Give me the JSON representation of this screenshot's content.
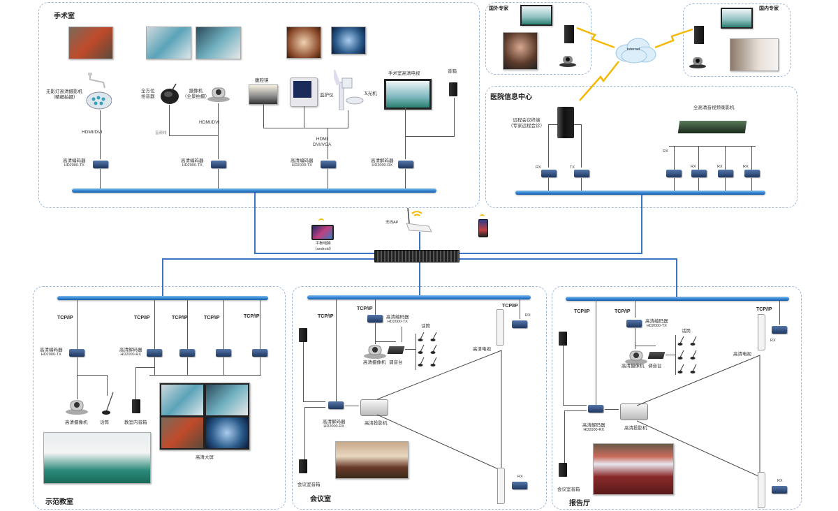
{
  "zones": {
    "operating_room": {
      "title": "手术室",
      "shadowless_lamp_camera": "无影灯高清摄影机",
      "shadowless_lamp_camera_note": "（精细拍摄）",
      "omni_mic": "全方位",
      "omni_mic_2": "拾音器",
      "camera": "摄像机",
      "camera_note": "（全景拍摄）",
      "laparoscope": "腹腔镜",
      "monitor": "监护仪",
      "xray": "X光机",
      "or_tv": "手术室高清电视",
      "speaker": "音箱",
      "hdmi_dvi_1": "HDMI/DVI",
      "hdmi_dvi_2": "HDMI/DVI",
      "audio_line": "音频线",
      "hdmi_dvi_vga_1": "HDMI",
      "hdmi_dvi_vga_2": "DVI/VGA",
      "encoder_label": "高清编码器",
      "encoder_model": "HD2000-TX",
      "decoder_label": "高清解码器",
      "decoder_model": "HD2000-RX"
    },
    "foreign_expert": {
      "title": "国外专家"
    },
    "domestic_expert": {
      "title": "国内专家"
    },
    "internet": {
      "label": "internet"
    },
    "info_center": {
      "title": "医院信息中心",
      "terminal": "远程会议终端",
      "terminal_note": "（专家远程会诊）",
      "recorder": "全高清音视频录影机",
      "rx": "RX",
      "tx": "TX"
    },
    "core": {
      "tablet": "平板电脑",
      "tablet_note": "（android）",
      "wireless_ap": "无线AP"
    },
    "demo_classroom": {
      "title": "示范教室",
      "tcp": "TCP/IP",
      "encoder_label": "高清编码器",
      "encoder_model": "HD2000-TX",
      "decoder_label": "高清解码器",
      "decoder_model": "HD2000-RX",
      "hd_camera": "高清摄像机",
      "mic": "话筒",
      "classroom_speaker": "教室内音箱",
      "video_wall": "高清大屏"
    },
    "meeting_room": {
      "title": "会议室",
      "tcp": "TCP/IP",
      "encoder_label": "高清编码器",
      "encoder_model": "HD2000-TX",
      "decoder_label": "高清解码器",
      "decoder_model": "HD2000-RX",
      "mics": "话筒",
      "hd_camera": "高清摄像机",
      "mixer": "调音台",
      "hd_tv": "高清电视",
      "projector": "高清投影机",
      "speaker": "会议室音箱",
      "rx": "RX"
    },
    "lecture_hall": {
      "title": "报告厅",
      "tcp": "TCP/IP",
      "encoder_label": "高清编码器",
      "encoder_model": "HD2000-TX",
      "decoder_label": "高清解码器",
      "decoder_model": "HD2000-RX",
      "mics": "话筒",
      "hd_camera": "高清摄像机",
      "mixer": "调音台",
      "hd_tv": "高清电视",
      "projector": "高清投影机",
      "speaker": "会议室音箱",
      "rx": "RX"
    }
  },
  "colors": {
    "bus": "#2d7fd0",
    "zone_border": "#9bb8d8",
    "link": "#3a74c4",
    "wan_bolt": "#f5b800"
  }
}
